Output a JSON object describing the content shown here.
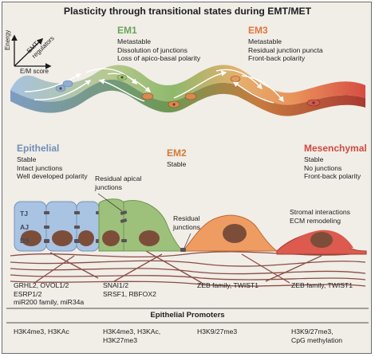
{
  "title": "Plasticity through transitional states during EMT/MET",
  "axes": {
    "y_label": "Energy",
    "diag_label": "EMT\nregulators",
    "x_label": "E/M score"
  },
  "states": {
    "em1": {
      "title": "EM1",
      "lines": "Metastable\nDissolution of junctions\nLoss of apico-basal polarity"
    },
    "em3": {
      "title": "EM3",
      "lines": "Metastable\nResidual junction puncta\nFront-back polarity"
    },
    "epithelial": {
      "title": "Epithelial",
      "lines": "Stable\nIntact junctions\nWell developed polarity"
    },
    "em2": {
      "title": "EM2",
      "lines": "Stable"
    },
    "mesenchymal": {
      "title": "Mesenchymal",
      "lines": "Stable\nNo junctions\nFront-back polarity"
    }
  },
  "cells": {
    "residual_apical": "Residual apical\njunctions",
    "residual_junctions": "Residual\njunctions",
    "stromal": "Stromal interactions\nECM remodeling",
    "tj": "TJ",
    "aj": "AJ",
    "ds": "DS"
  },
  "factors": {
    "col1": "GRHL2, OVOL1/2\nESRP1/2\nmiR200 family, miR34a",
    "col2": "SNAI1/2\nSRSF1, RBFOX2",
    "col3": "ZEB family, TWIST1",
    "col4": "ZEB family, TWIST1"
  },
  "promoters": {
    "heading": "Epithelial Promoters",
    "col1": "H3K4me3, H3KAc",
    "col2": "H3K4me3, H3KAc,\nH3K27me3",
    "col3": "H3K9/27me3",
    "col4": "H3K9/27me3,\nCpG methylation"
  },
  "colors": {
    "epithelial": "#a9c4e2",
    "em": "#9dc07a",
    "em2": "#ee9c62",
    "mesenchymal": "#dc5a4e",
    "nucleus": "#7c4e3a",
    "ecm": "#8a4e44"
  }
}
